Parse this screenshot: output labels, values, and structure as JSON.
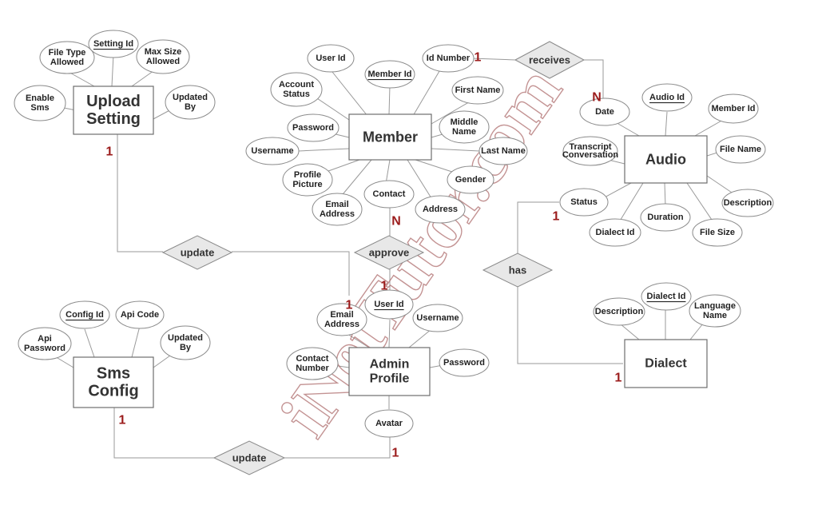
{
  "entities": {
    "upload_setting": [
      "Upload",
      "Setting"
    ],
    "member": [
      "Member"
    ],
    "audio": [
      "Audio"
    ],
    "sms_config": [
      "Sms",
      "Config"
    ],
    "admin_profile": [
      "Admin",
      "Profile"
    ],
    "dialect": [
      "Dialect"
    ]
  },
  "attributes": {
    "upload_setting": {
      "enable_sms": [
        "Enable",
        "Sms"
      ],
      "file_type_allowed": [
        "File Type",
        "Allowed"
      ],
      "setting_id": [
        "Setting Id"
      ],
      "max_size_allowed": [
        "Max Size",
        "Allowed"
      ],
      "updated_by": [
        "Updated",
        "By"
      ]
    },
    "member": {
      "user_id": [
        "User Id"
      ],
      "account_status": [
        "Account",
        "Status"
      ],
      "member_id": [
        "Member Id"
      ],
      "id_number": [
        "Id Number"
      ],
      "first_name": [
        "First Name"
      ],
      "password": [
        "Password"
      ],
      "middle_name": [
        "Middle",
        "Name"
      ],
      "username": [
        "Username"
      ],
      "last_name": [
        "Last Name"
      ],
      "profile_picture": [
        "Profile",
        "Picture"
      ],
      "gender": [
        "Gender"
      ],
      "contact": [
        "Contact"
      ],
      "email_address": [
        "Email",
        "Address"
      ],
      "address": [
        "Address"
      ]
    },
    "audio": {
      "date": [
        "Date"
      ],
      "audio_id": [
        "Audio Id"
      ],
      "member_id": [
        "Member Id"
      ],
      "transcript_conversation": [
        "Transcript",
        "Conversation"
      ],
      "file_name": [
        "File Name"
      ],
      "status": [
        "Status"
      ],
      "description": [
        "Description"
      ],
      "dialect_id": [
        "Dialect Id"
      ],
      "duration": [
        "Duration"
      ],
      "file_size": [
        "File Size"
      ]
    },
    "sms_config": {
      "config_id": [
        "Config Id"
      ],
      "api_code": [
        "Api Code"
      ],
      "api_password": [
        "Api",
        "Password"
      ],
      "updated_by": [
        "Updated",
        "By"
      ]
    },
    "admin_profile": {
      "user_id": [
        "User Id"
      ],
      "email_address": [
        "Email",
        "Address"
      ],
      "username": [
        "Username"
      ],
      "contact_number": [
        "Contact",
        "Number"
      ],
      "password": [
        "Password"
      ],
      "avatar": [
        "Avatar"
      ]
    },
    "dialect": {
      "description": [
        "Description"
      ],
      "dialect_id": [
        "Dialect Id"
      ],
      "language_name": [
        "Language",
        "Name"
      ]
    }
  },
  "relationships": {
    "receives": "receives",
    "approve": "approve",
    "has": "has",
    "update_upload": "update",
    "update_sms": "update"
  },
  "cardinalities": {
    "receives_member": "1",
    "receives_audio": "N",
    "approve_member": "N",
    "approve_admin": "1",
    "has_audio": "1",
    "has_dialect": "1",
    "update_upload_setting": "1",
    "update_upload_admin": "1",
    "update_sms_config": "1",
    "update_sms_admin": "1"
  },
  "watermark": "iNetTutor.com",
  "colors": {
    "cardinality": "#9b1b1b",
    "relationship_fill": "#e8e8e8",
    "watermark": "#b07070"
  }
}
